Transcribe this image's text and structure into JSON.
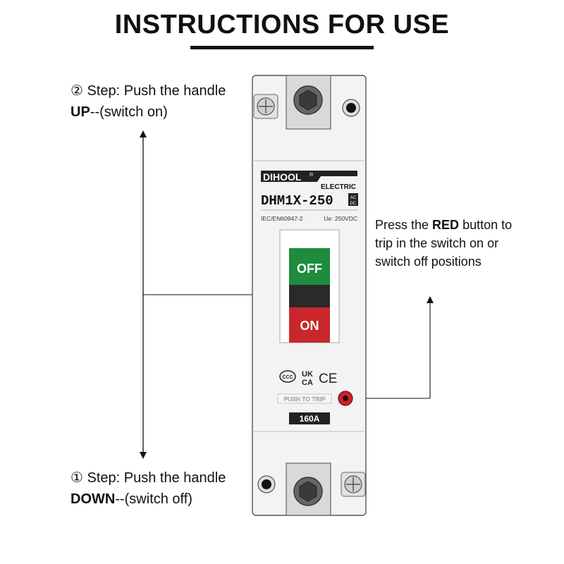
{
  "heading": "INSTRUCTIONS FOR USE",
  "step_up": {
    "num": "②",
    "line1": " Step: Push the handle",
    "bold": "UP",
    "rest": "--(switch on)"
  },
  "step_down": {
    "num": "①",
    "line1": " Step: Push the handle",
    "bold": "DOWN",
    "rest": "--(switch off)"
  },
  "trip_note": {
    "pre": "Press the ",
    "bold": "RED",
    "post": " button to trip in the switch on or switch off positions"
  },
  "device": {
    "brand": "DIHOOL",
    "brand_sub": "ELECTRIC",
    "reg_mark": "®",
    "model": "DHM1X-250",
    "acdc_top": "AC",
    "acdc_bottom": "DC",
    "standard": "IEC/EN60947-2",
    "voltage": "Ue: 250VDC",
    "off_label": "OFF",
    "on_label": "ON",
    "cert_ccc": "CCC",
    "cert_ukca_top": "UK",
    "cert_ukca_bottom": "CA",
    "cert_ce": "CE",
    "push_to_trip": "PUSH TO TRIP",
    "rating": "160A"
  },
  "colors": {
    "off_green": "#1e8c3c",
    "on_red": "#c9272b",
    "handle_dark": "#2a2a2a",
    "trip_red": "#d0202a"
  }
}
